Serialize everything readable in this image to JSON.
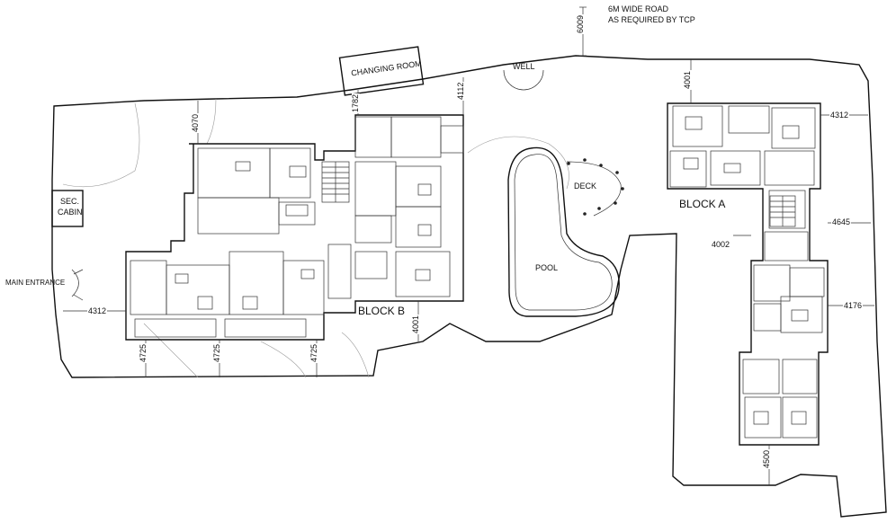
{
  "road": {
    "line1": "6M WIDE ROAD",
    "line2": "AS REQUIRED BY TCP",
    "width_dim": "6009"
  },
  "amenities": {
    "changing_room": "CHANGING ROOM",
    "well": "WELL",
    "deck": "DECK",
    "pool": "POOL",
    "sec_cabin_1": "SEC.",
    "sec_cabin_2": "CABIN",
    "main_entrance": "MAIN ENTRANCE"
  },
  "blocks": {
    "block_a": "BLOCK A",
    "block_b": "BLOCK B"
  },
  "dimensions": {
    "d4070": "4070",
    "d1782": "1782",
    "d4112": "4112",
    "d4001_top": "4001",
    "d4312_right": "4312",
    "d4645": "4645",
    "d4002": "4002",
    "d4176": "4176",
    "d4312_left": "4312",
    "d4725_a": "4725",
    "d4725_b": "4725",
    "d4725_c": "4725",
    "d4001_b": "4001",
    "d4500": "4500"
  },
  "colors": {
    "line": "#111111",
    "background": "#ffffff"
  }
}
